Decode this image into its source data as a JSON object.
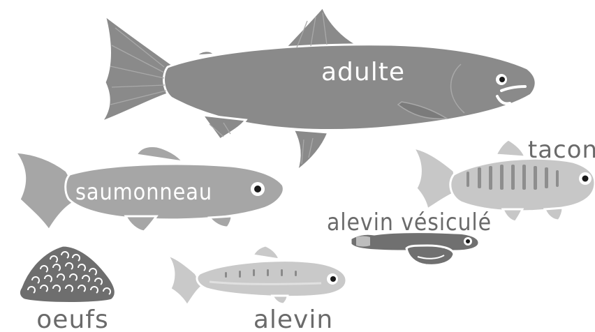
{
  "diagram": {
    "stages": [
      {
        "id": "adulte",
        "label": "adulte"
      },
      {
        "id": "saumonneau",
        "label": "saumonneau"
      },
      {
        "id": "tacon",
        "label": "tacon"
      },
      {
        "id": "alevin_vesicule",
        "label": "alevin vésiculé"
      },
      {
        "id": "oeufs",
        "label": "oeufs"
      },
      {
        "id": "alevin",
        "label": "alevin"
      }
    ]
  },
  "colors": {
    "adult_body": "#8a8a8a",
    "smolt_body": "#a6a6a6",
    "parr_body": "#c7c7c7",
    "sacfry_body": "#707070",
    "eggs": "#6e6e6e",
    "fry_body": "#c9c9c9",
    "outline": "#ffffff",
    "label_light": "#ffffff",
    "label_dark": "#6a6a6a"
  }
}
